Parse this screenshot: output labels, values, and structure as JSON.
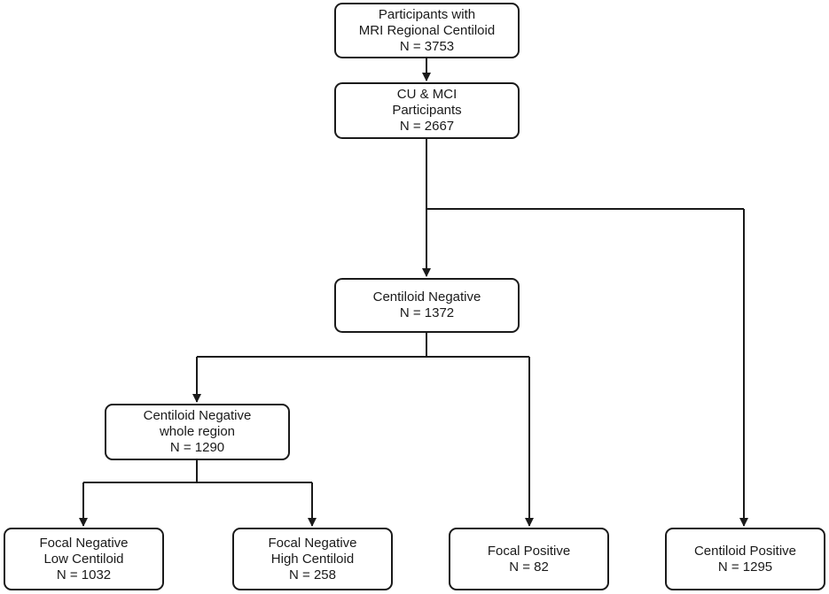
{
  "nodes": {
    "participants": {
      "lines": [
        "Participants with",
        "MRI Regional Centiloid",
        "N = 3753"
      ]
    },
    "cu_mci": {
      "lines": [
        "CU & MCI",
        "Participants",
        "N = 2667"
      ]
    },
    "centiloid_negative": {
      "lines": [
        "Centiloid Negative",
        "N = 1372"
      ]
    },
    "centiloid_negative_whole": {
      "lines": [
        "Centiloid Negative",
        "whole region",
        "N = 1290"
      ]
    },
    "focal_negative_low": {
      "lines": [
        "Focal Negative",
        "Low Centiloid",
        "N = 1032"
      ]
    },
    "focal_negative_high": {
      "lines": [
        "Focal Negative",
        "High Centiloid",
        "N = 258"
      ]
    },
    "focal_positive": {
      "lines": [
        "Focal Positive",
        "N = 82"
      ]
    },
    "centiloid_positive": {
      "lines": [
        "Centiloid Positive",
        "N = 1295"
      ]
    }
  },
  "colors": {
    "stroke": "#1a1a1a",
    "background": "#ffffff"
  }
}
